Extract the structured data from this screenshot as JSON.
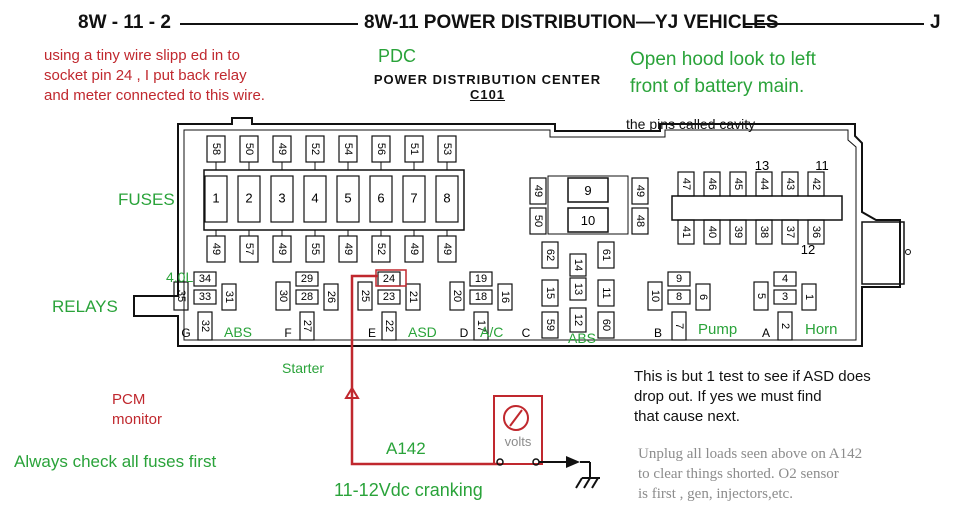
{
  "header": {
    "left": "8W - 11 - 2",
    "center": "8W-11 POWER DISTRIBUTION—YJ VEHICLES",
    "right": "J"
  },
  "pdc_title": {
    "line1": "POWER DISTRIBUTION CENTER",
    "line2": "C101"
  },
  "notes": {
    "tiny_wire": "using a tiny wire slipp ed in to\nsocket pin 24 , I put back relay\nand meter connected to this wire.",
    "pdc": "PDC",
    "open_hood": "Open hood look to left\nfront of battery main.",
    "pins_cavity": "the pins called cavity",
    "fuses": "FUSES",
    "relays": "RELAYS",
    "starter": "Starter",
    "pcm_monitor": "PCM\nmonitor",
    "always_check": "Always check all fuses first",
    "a142": "A142",
    "cranking": "11-12Vdc cranking",
    "volts": "volts",
    "test_note": "This is but 1 test  to see if ASD does\ndrop out. If yes we must find\nthat cause next.",
    "unplug_note": "Unplug all loads seen above on A142\nto clear things shorted. O2 sensor\nis first , gen, injectors,etc."
  },
  "fuses": {
    "numbers": [
      "1",
      "2",
      "3",
      "4",
      "5",
      "6",
      "7",
      "8"
    ],
    "top_cavities": [
      "58",
      "50",
      "49",
      "52",
      "54",
      "56",
      "51",
      "53"
    ],
    "bottom_cavities": [
      "49",
      "57",
      "49",
      "55",
      "49",
      "52",
      "49",
      "49"
    ]
  },
  "maxi": {
    "fuse9": "9",
    "fuse10": "10",
    "cavities": [
      "49",
      "50",
      "49",
      "48"
    ]
  },
  "right_block": {
    "top_cavities": [
      "47",
      "46",
      "45",
      "44",
      "43",
      "42"
    ],
    "bottom_cavities": [
      "41",
      "40",
      "39",
      "38",
      "37",
      "36"
    ],
    "labels": [
      "13",
      "11",
      "12"
    ]
  },
  "relays": {
    "G": {
      "letter": "G",
      "label": "ABS",
      "cavities": [
        "34",
        "33",
        "35",
        "31",
        "32"
      ],
      "extra": "4.0L"
    },
    "F": {
      "letter": "F",
      "cavities": [
        "29",
        "28",
        "30",
        "26",
        "27"
      ]
    },
    "E": {
      "letter": "E",
      "label": "ASD",
      "cavities": [
        "24",
        "23",
        "25",
        "21",
        "22"
      ]
    },
    "D": {
      "letter": "D",
      "label": "A/C",
      "cavities": [
        "19",
        "18",
        "20",
        "16",
        "17"
      ]
    },
    "C": {
      "letter": "C",
      "label": "ABS",
      "cavities": [
        "62",
        "61",
        "14",
        "13",
        "15",
        "11",
        "59",
        "12",
        "60"
      ]
    },
    "B": {
      "letter": "B",
      "label": "Pump",
      "cavities": [
        "9",
        "8",
        "10",
        "6",
        "7"
      ]
    },
    "A": {
      "letter": "A",
      "label": "Horn",
      "cavities": [
        "4",
        "3",
        "5",
        "1",
        "2"
      ]
    }
  },
  "colors": {
    "annotation_red": "#c0282e",
    "annotation_green": "#2aa33a",
    "note_gray": "#8c8c8c",
    "outline": "#111111"
  }
}
